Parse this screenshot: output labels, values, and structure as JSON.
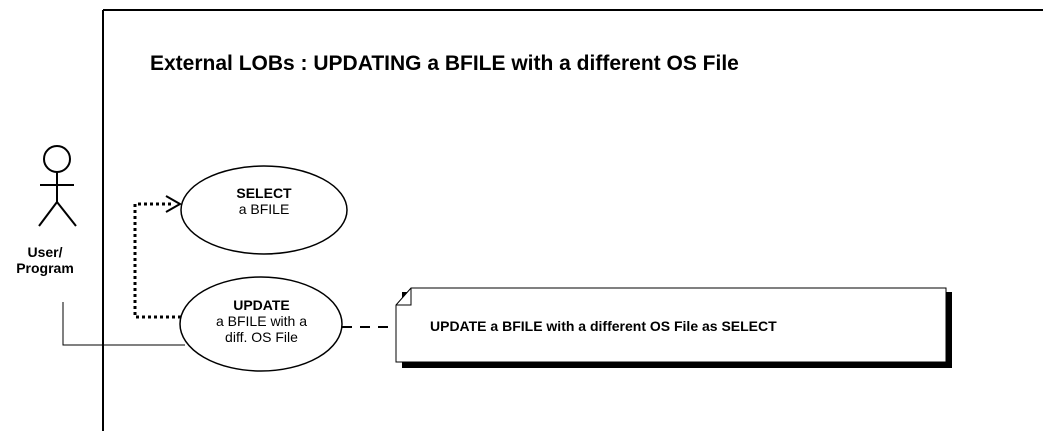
{
  "title": "External LOBs : UPDATING a BFILE with a different OS File",
  "actor": {
    "line1": "User/",
    "line2": "Program"
  },
  "use_cases": {
    "select": {
      "action": "SELECT",
      "object": "a BFILE"
    },
    "update": {
      "action": "UPDATE",
      "line2": "a BFILE with a",
      "line3": "diff. OS File"
    }
  },
  "note": {
    "text": "UPDATE a BFILE with a different OS File as SELECT"
  }
}
